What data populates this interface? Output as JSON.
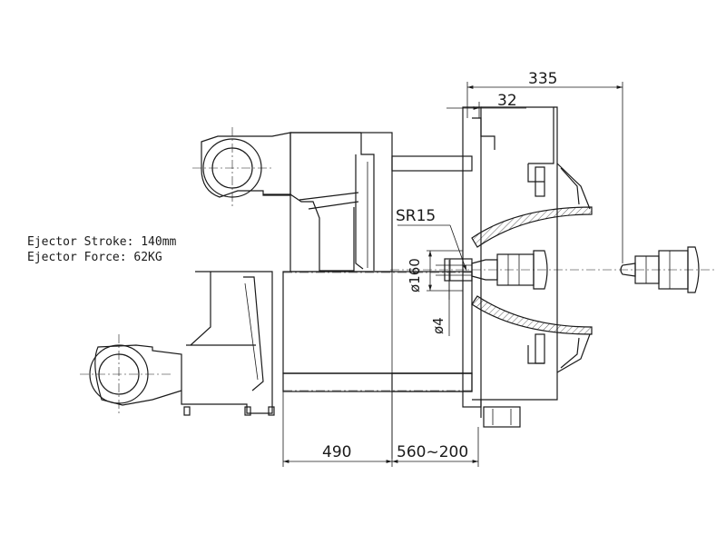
{
  "notes": {
    "ejector_stroke": "Ejector Stroke: 140mm",
    "ejector_force": "Ejector Force:  62KG"
  },
  "dimensions": {
    "overall_top": "335",
    "flange": "32",
    "sphere_radius": "SR15",
    "diameter_large": "ø160",
    "diameter_small": "ø4",
    "base_length": "490",
    "stroke_range": "560~200"
  }
}
